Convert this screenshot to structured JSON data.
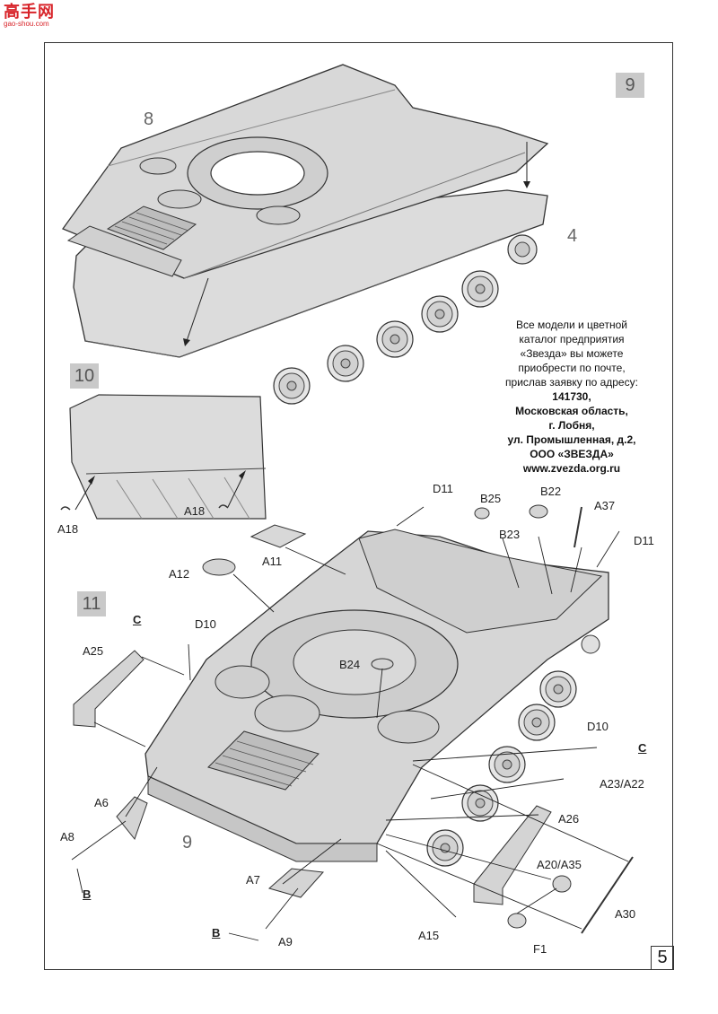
{
  "watermark": {
    "main": "高手网",
    "sub": "gao-shou.com"
  },
  "steps": {
    "s9": "9",
    "s10": "10",
    "s11": "11"
  },
  "ref_numbers": {
    "r8": "8",
    "r4": "4",
    "r9": "9"
  },
  "info": {
    "lines": [
      "Все модели и цветной",
      "каталог предприятия",
      "«Звезда» вы можете",
      "приобрести по почте,",
      "прислав заявку по адресу:"
    ],
    "address": [
      "141730,",
      "Московская область,",
      "г. Лобня,",
      "ул. Промышленная, д.2,",
      "ООО «ЗВЕЗДА»",
      "www.zvezda.org.ru"
    ]
  },
  "labels": {
    "a18_left": "A18",
    "a18_right": "A18",
    "d11_top": "D11",
    "b25": "B25",
    "b22": "B22",
    "b23": "B23",
    "a37": "A37",
    "d11_right": "D11",
    "a11": "A11",
    "a12": "A12",
    "c_top": "C",
    "d10_top": "D10",
    "a25": "A25",
    "b24": "B24",
    "d10_right": "D10",
    "c_right": "C",
    "a23_a22": "A23/A22",
    "a26": "A26",
    "a6": "A6",
    "a8": "A8",
    "b_left": "B",
    "a20_a35": "A20/A35",
    "a7": "A7",
    "a30": "A30",
    "b_bottom": "B",
    "a9": "A9",
    "a15": "A15",
    "f1": "F1"
  },
  "page_number": "5"
}
